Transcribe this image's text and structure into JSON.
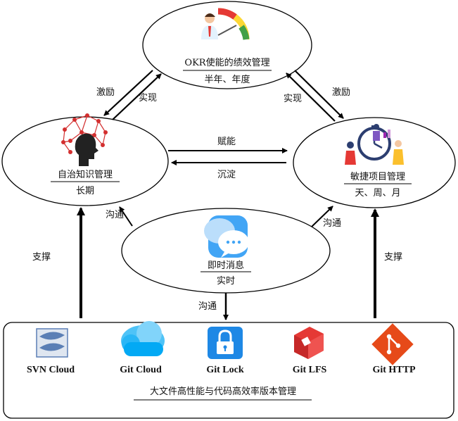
{
  "nodes": {
    "okr": {
      "title": "OKR使能的绩效管理",
      "subtitle": "半年、年度"
    },
    "knowledge": {
      "title": "自治知识管理",
      "subtitle": "长期"
    },
    "agile": {
      "title": "敏捷项目管理",
      "subtitle": "天、周、月"
    },
    "im": {
      "title": "即时消息",
      "subtitle": "实时"
    }
  },
  "edges": {
    "knowledge_to_okr_motivate": "激励",
    "okr_to_knowledge_realize": "实现",
    "okr_to_agile_realize": "实现",
    "agile_to_okr_motivate": "激励",
    "knowledge_to_agile": "赋能",
    "agile_to_knowledge": "沉淀",
    "im_to_knowledge": "沟通",
    "im_to_agile": "沟通",
    "im_to_tools": "沟通",
    "tools_to_knowledge": "支撑",
    "tools_to_agile": "支撑"
  },
  "tools": [
    {
      "label": "SVN Cloud",
      "icon": "svn-cloud-icon"
    },
    {
      "label": "Git Cloud",
      "icon": "icloud-icon"
    },
    {
      "label": "Git Lock",
      "icon": "lock-icon"
    },
    {
      "label": "Git LFS",
      "icon": "git-lfs-icon"
    },
    {
      "label": "Git HTTP",
      "icon": "git-icon"
    }
  ],
  "platform_title": "大文件高性能与代码高效率版本管理",
  "colors": {
    "line": "#000000",
    "gauge_red": "#e53935",
    "gauge_yellow": "#fdd835",
    "gauge_green": "#43a047",
    "network_red": "#d32f2f",
    "bubble_blue": "#42a5f5",
    "icloud_blue": "#29b6f6",
    "lock_blue": "#1976d2",
    "git_orange": "#e53935",
    "svn_blue": "#5b7fb5"
  }
}
